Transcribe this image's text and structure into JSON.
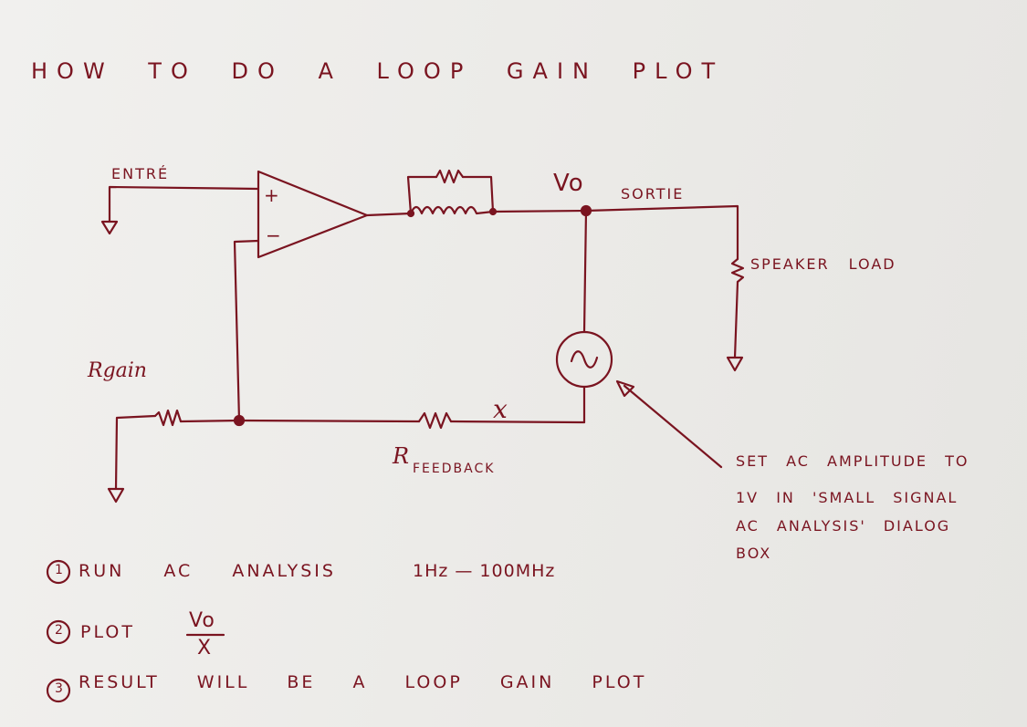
{
  "title": "HOW TO DO A LOOP GAIN PLOT",
  "labels": {
    "input": "ENTRÉ",
    "plus": "+",
    "minus": "−",
    "vo": "Vo",
    "output": "SORTIE",
    "load": "SPEAKER LOAD",
    "rgain": "Rgain",
    "x": "x",
    "rfeedback_r": "R",
    "rfeedback_sub": "FEEDBACK",
    "source": "~"
  },
  "note": {
    "line1": "SET AC AMPLITUDE TO",
    "line2": "1V IN 'SMALL SIGNAL",
    "line3": "AC ANALYSIS' DIALOG",
    "line4": "BOX"
  },
  "steps": {
    "step1_num": "1",
    "step1_text": "RUN AC ANALYSIS",
    "step1_range": "1Hz — 100MHz",
    "step2_num": "2",
    "step2_text": "PLOT",
    "step2_num_frac": "Vo",
    "step2_den_frac": "X",
    "step3_num": "3",
    "step3_text": "RESULT WILL BE A LOOP GAIN PLOT"
  },
  "colors": {
    "ink": "#7a1420",
    "paper": "#eeede9"
  }
}
